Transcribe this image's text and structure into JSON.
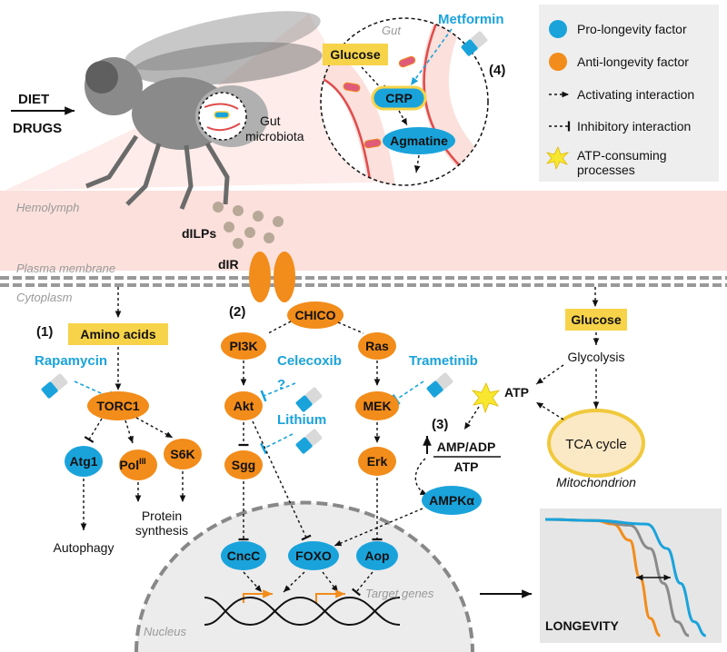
{
  "input": {
    "diet": "DIET",
    "drugs": "DRUGS"
  },
  "compartments": {
    "hemolymph": "Hemolymph",
    "plasma_membrane": "Plasma membrane",
    "cytoplasm": "Cytoplasm",
    "nucleus": "Nucleus",
    "gut": "Gut",
    "mitochondrion": "Mitochondrion"
  },
  "gut_microbiota": {
    "line1": "Gut",
    "line2": "microbiota"
  },
  "legend": [
    {
      "label": "Pro-longevity factor",
      "color": "#1aa3db"
    },
    {
      "label": "Anti-longevity factor",
      "color": "#f28c1a"
    },
    {
      "label": "Activating interaction"
    },
    {
      "label": "Inhibitory interaction"
    },
    {
      "label_line1": "ATP-consuming",
      "label_line2": "processes"
    }
  ],
  "pathway_numbers": {
    "p1": "(1)",
    "p2": "(2)",
    "p3": "(3)",
    "p4": "(4)"
  },
  "drugs": {
    "metformin": "Metformin",
    "rapamycin": "Rapamycin",
    "celecoxib": "Celecoxib",
    "lithium": "Lithium",
    "trametinib": "Trametinib"
  },
  "uncertain_mark": "?",
  "nodes": {
    "glucose_gut": "Glucose",
    "crp": "CRP",
    "agmatine": "Agmatine",
    "dilps": "dILPs",
    "dir": "dIR",
    "amino_acids": "Amino acids",
    "torc1": "TORC1",
    "atg1": "Atg1",
    "pol_base": "Pol",
    "pol_sup": "III",
    "s6k": "S6K",
    "chico": "CHICO",
    "pi3k": "PI3K",
    "ras": "Ras",
    "akt": "Akt",
    "mek": "MEK",
    "sgg": "Sgg",
    "erk": "Erk",
    "cncc": "CncC",
    "foxo": "FOXO",
    "aop": "Aop",
    "ampk": "AMPKα",
    "glucose_cyto": "Glucose",
    "atp": "ATP",
    "tca": "TCA cycle"
  },
  "labels": {
    "autophagy": "Autophagy",
    "protein_synthesis_1": "Protein",
    "protein_synthesis_2": "synthesis",
    "glycolysis": "Glycolysis",
    "amp_adp": "AMP/ADP",
    "ratio_atp": "ATP",
    "target_genes": "Target genes",
    "longevity": "LONGEVITY"
  },
  "colors": {
    "pro": "#1aa3db",
    "anti": "#f28c1a",
    "highlight": "#f7d34a",
    "hemolymph": "#fbe0dc",
    "tca_fill": "#fbe8c5",
    "tca_stroke": "#f0c93c",
    "fly_grey": "#8a8a8a"
  },
  "chart_data": {
    "type": "line",
    "title": "",
    "xlabel": "",
    "ylabel": "",
    "series": [
      {
        "color": "#f28c1a",
        "x": [
          0,
          0.3,
          0.4,
          0.5,
          0.56,
          0.62,
          0.68
        ],
        "y": [
          1,
          0.99,
          0.96,
          0.82,
          0.5,
          0.15,
          0.0
        ]
      },
      {
        "color": "#8a8a8a",
        "x": [
          0,
          0.3,
          0.5,
          0.62,
          0.7,
          0.78,
          0.85
        ],
        "y": [
          1,
          0.99,
          0.95,
          0.75,
          0.45,
          0.12,
          0.0
        ]
      },
      {
        "color": "#1aa3db",
        "x": [
          0,
          0.3,
          0.6,
          0.72,
          0.8,
          0.88,
          0.95
        ],
        "y": [
          1,
          0.99,
          0.96,
          0.75,
          0.45,
          0.12,
          0.0
        ]
      }
    ]
  }
}
